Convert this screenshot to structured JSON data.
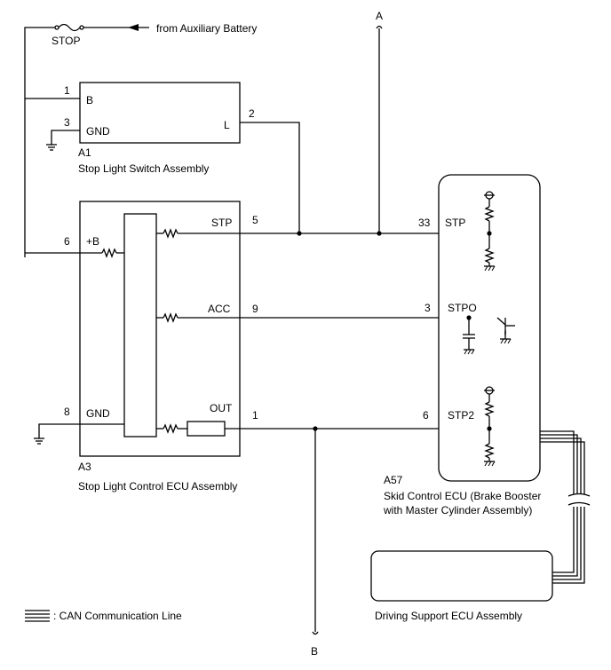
{
  "labels": {
    "from_aux": "from Auxiliary Battery",
    "fuse": "STOP",
    "conn_a": "A",
    "conn_b": "B",
    "legend": ": CAN Communication Line"
  },
  "a1": {
    "id": "A1",
    "name": "Stop Light Switch Assembly",
    "pin_b_num": "1",
    "pin_b": "B",
    "pin_gnd_num": "3",
    "pin_gnd": "GND",
    "pin_l_num": "2",
    "pin_l": "L"
  },
  "a3": {
    "id": "A3",
    "name": "Stop Light Control ECU Assembly",
    "pin_pb_num": "6",
    "pin_pb": "+B",
    "pin_gnd_num": "8",
    "pin_gnd": "GND",
    "pin_stp_num": "5",
    "pin_stp": "STP",
    "pin_acc_num": "9",
    "pin_acc": "ACC",
    "pin_out_num": "1",
    "pin_out": "OUT"
  },
  "a57": {
    "id": "A57",
    "name_line1": "Skid Control ECU (Brake Booster",
    "name_line2": "with Master Cylinder Assembly)",
    "pin_stp_num": "33",
    "pin_stp": "STP",
    "pin_stpo_num": "3",
    "pin_stpo": "STPO",
    "pin_stp2_num": "6",
    "pin_stp2": "STP2"
  },
  "dsecu": {
    "name": "Driving Support ECU Assembly"
  }
}
